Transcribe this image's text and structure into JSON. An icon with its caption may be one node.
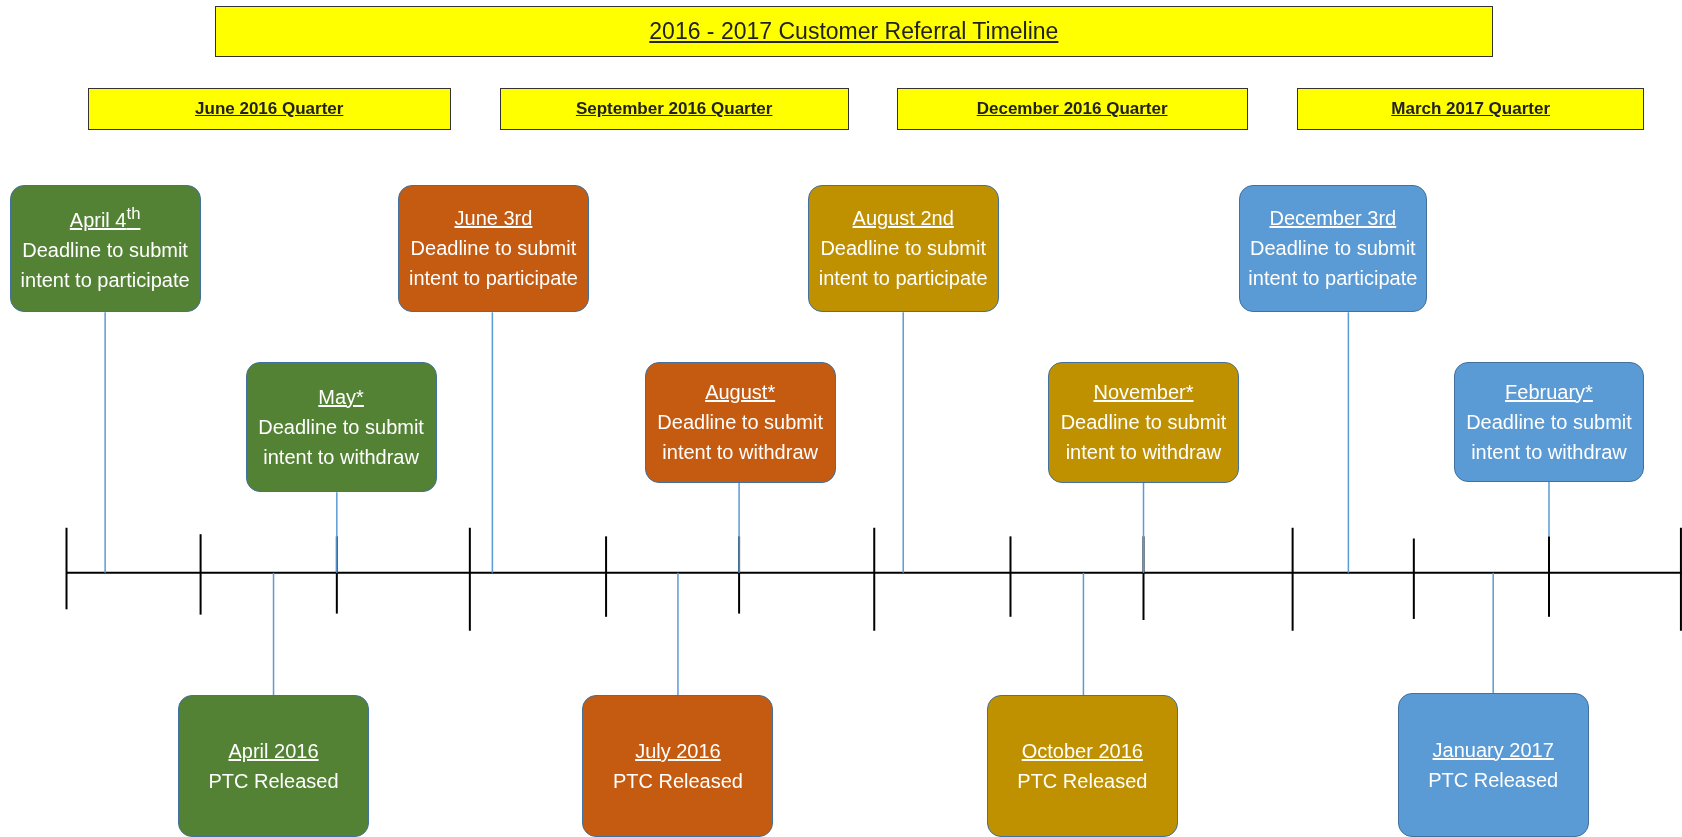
{
  "diagram": {
    "title": "2016 - 2017 Customer Referral Timeline",
    "nodes": [
      {
        "text": [
          "June 2016 Quarter"
        ]
      },
      {
        "text": [
          "September 2016 Quarter"
        ]
      },
      {
        "text": [
          "December 2016 Quarter"
        ]
      },
      {
        "text": [
          "March 2017 Quarter"
        ]
      },
      {
        "text": [
          "April 4$^{th}$",
          "Deadline to submit intent to participate"
        ]
      },
      {
        "text": [
          "May*",
          "Deadline to submit intent to withdraw"
        ]
      },
      {
        "text": [
          "April 2016",
          "PTC Released"
        ]
      },
      {
        "text": [
          "June 3rd",
          "Deadline to submit intent to participate"
        ]
      },
      {
        "text": [
          "August*",
          "Deadline to submit intent to withdraw"
        ]
      },
      {
        "text": [
          "July 2016",
          "PTC Released"
        ]
      },
      {
        "text": [
          "August 2nd",
          "Deadline to submit intent to participate"
        ]
      },
      {
        "text": [
          "November*",
          "Deadline to submit intent to withdraw"
        ]
      },
      {
        "text": [
          "October 2016",
          "PTC Released"
        ]
      },
      {
        "text": [
          "December 3rd",
          "Deadline to submit intent to participate"
        ]
      },
      {
        "text": [
          "February*",
          "Deadline to submit intent to withdraw"
        ]
      },
      {
        "text": [
          "January 2017",
          "PTC Released"
        ]
      }
    ],
    "edges": [
      {
        "from": 4,
        "to": null,
        "arrow": "none"
      },
      {
        "from": 5,
        "to": null,
        "arrow": "none"
      },
      {
        "from": 6,
        "to": null,
        "arrow": "none"
      },
      {
        "from": 7,
        "to": null,
        "arrow": "none"
      },
      {
        "from": 8,
        "to": null,
        "arrow": "none"
      },
      {
        "from": 9,
        "to": null,
        "arrow": "none"
      },
      {
        "from": 10,
        "to": null,
        "arrow": "none"
      },
      {
        "from": 11,
        "to": null,
        "arrow": "none"
      },
      {
        "from": 12,
        "to": null,
        "arrow": "none"
      },
      {
        "from": 13,
        "to": null,
        "arrow": "none"
      },
      {
        "from": 14,
        "to": null,
        "arrow": "none"
      },
      {
        "from": 15,
        "to": null,
        "arrow": "none"
      }
    ]
  }
}
